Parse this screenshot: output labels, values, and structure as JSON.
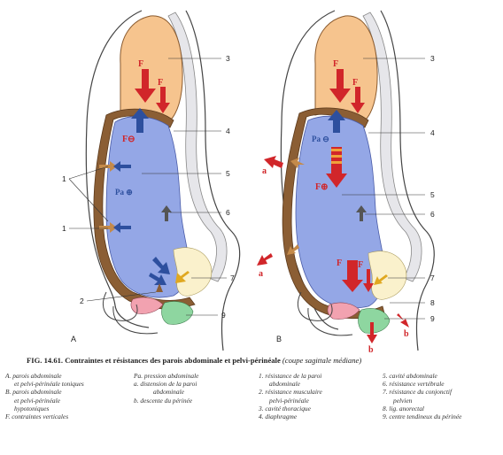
{
  "panels": {
    "a": "A",
    "b": "B"
  },
  "symbols": {
    "force": "F",
    "f_minus": "F⊖",
    "f_plus": "F⊕",
    "pa_plus": "Pa ⊕",
    "pa_minus": "Pa ⊖",
    "a": "a",
    "b": "b"
  },
  "numbers_a": {
    "n1a": "1",
    "n1b": "1",
    "n2": "2",
    "n3": "3",
    "n4": "4",
    "n5": "5",
    "n6": "6",
    "n7": "7",
    "n9": "9"
  },
  "numbers_b": {
    "n3": "3",
    "n4": "4",
    "n5": "5",
    "n6": "6",
    "n7": "7",
    "n8": "8",
    "n9": "9"
  },
  "caption": {
    "main": "FIG. 14.61. Contraintes et résistances des parois abdominale et pelvi-périnéale",
    "sub": "(coupe sagittale médiane)"
  },
  "legend": {
    "col1": [
      "A. parois abdominale",
      "et pelvi-périnéale toniques",
      "B. parois abdominale",
      "et pelvi-périnéale",
      "hypotoniques",
      "F. contraintes verticales"
    ],
    "col2": [
      "Pa. pression abdominale",
      "a. distension de la paroi",
      "abdominale",
      "b. descente du périnée"
    ],
    "col3": [
      "1. résistance de la paroi",
      "abdominale",
      "2. résistance musculaire",
      "pelvi-périnéale",
      "3. cavité thoracique",
      "4. diaphragme"
    ],
    "col4": [
      "5. cavité abdominale",
      "6. résistance vertébrale",
      "7. résistance du conjonctif",
      "pelvien",
      "8. lig. anorectal",
      "9. centre tendineux du périnée"
    ]
  }
}
